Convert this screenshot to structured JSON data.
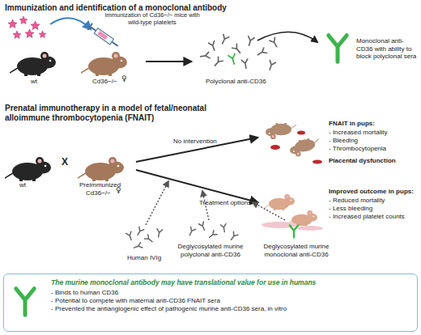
{
  "diagram": {
    "nodes": [
      {
        "text": [
          "The murine monoclonal antibody may have translational value for use in humans",
          "- Binds to human CD36",
          "- Potential to compete with maternal anti-CD36 FNAIT sera",
          "- Prevented the antiangiogenic effect of pathogenic murine anti-CD36 sera, in vitro"
        ]
      }
    ],
    "labels": [
      "Immunization and identification of a monoclonal antibody",
      "Immunization of Cd36−/− mice with wild-type platelets",
      "wt",
      "Cd36−/−",
      "♀",
      "Polyclonal anti-CD36",
      "Monoclonal anti-CD36 with ability to block polyclonal sera",
      "Prenatal immunotherapy in a model of fetal/neonatal alloimmune thrombocytopenia (FNAIT)",
      "wt",
      "X",
      "Preimmunized",
      "Cd36−/−",
      "♀",
      "No intervention",
      "Treatment options",
      "FNAIT in pups:",
      "- Increased mortality",
      "- Bleeding",
      "- Thrombocytopenia",
      "Placental dysfunction",
      "Improved outcome in pups:",
      "- Reduced mortality",
      "- Less bleeding",
      "- Increased platelet counts",
      "Human IVIg",
      "Deglycosylated murine polyclonal anti-CD36",
      "Deglycosylated murine monoclonal anti-CD36"
    ]
  }
}
